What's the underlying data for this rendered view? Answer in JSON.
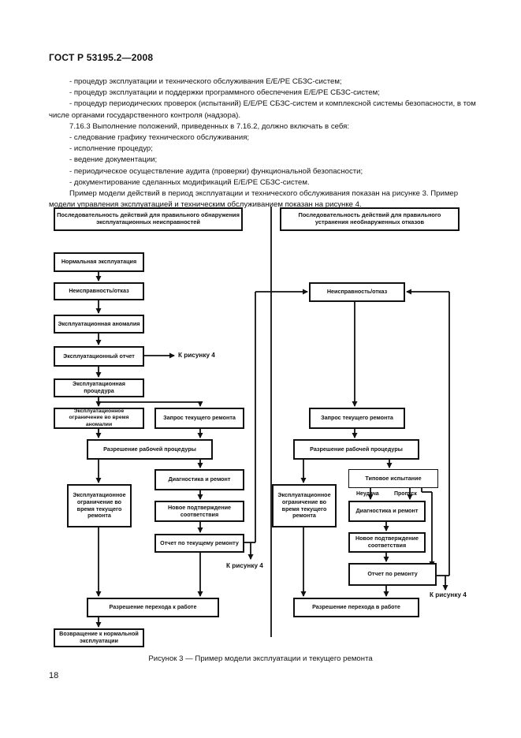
{
  "header": {
    "standard": "ГОСТ Р 53195.2—2008"
  },
  "paragraphs": [
    "- процедур эксплуатации и технического обслуживания Е/Е/РЕ СБЗС-систем;",
    "- процедур эксплуатации и поддержки программного обеспечения Е/Е/РЕ СБЗС-систем;",
    "- процедур периодических проверок (испытаний) Е/Е/РЕ СБЗС-систем и комплексной системы безопасности, в том числе органами государственного контроля (надзора).",
    "7.16.3 Выполнение положений, приведенных в 7.16.2, должно включать в себя:",
    "- следование графику технического обслуживания;",
    "- исполнение процедур;",
    "- ведение документации;",
    "- периодическое осуществление аудита (проверки) функциональной безопасности;",
    "- документирование сделанных модификаций Е/Е/РЕ СБЗС-систем.",
    "Пример модели действий в период эксплуатации и технического обслуживания показан на рисунке 3. Пример модели управления эксплуатацией и техническим обслуживанием показан на рисунке 4."
  ],
  "diagram": {
    "left": {
      "heading": "Последовательность действий для правильного обнаружения эксплуатационных неисправностей",
      "normal_operation": "Нормальная эксплуатация",
      "fault": "Неисправность/отказ",
      "anomaly": "Эксплуатационная аномалия",
      "report": "Эксплуатационный отчет",
      "to_fig4_a": "К рисунку 4",
      "procedure": "Эксплуатационная процедура",
      "restriction_anomaly": "Эксплуатационное ограничение во время аномалии",
      "repair_request": "Запрос текущего ремонта",
      "work_permit": "Разрешение рабочей процедуры",
      "restriction_repair": "Эксплуатационное ограничение во время текущего ремонта",
      "diagnostics": "Диагностика и ремонт",
      "reconfirm": "Новое подтверждение соответствия",
      "repair_report": "Отчет по текущему ремонту",
      "to_fig4_b": "К рисунку 4",
      "transition_permit": "Разрешение перехода к работе",
      "return_normal": "Возвращение к нормальной эксплуатации"
    },
    "right": {
      "heading": "Последовательность действий для правильного устранения необнаруженных отказов",
      "fault": "Неисправность/отказ",
      "repair_request": "Запрос текущего ремонта",
      "work_permit": "Разрешение рабочей процедуры",
      "type_test": "Типовое испытание",
      "not_found": "Неудача",
      "pass": "Пропуск",
      "restriction_repair": "Эксплуатационное ограничение во время текущего ремонта",
      "diagnostics": "Диагностика и ремонт",
      "reconfirm": "Новое подтверждение соответствия",
      "repair_report": "Отчет по ремонту",
      "to_fig4": "К рисунку 4",
      "transition_permit": "Разрешение перехода в работе"
    }
  },
  "caption": "Рисунок 3 — Пример модели эксплуатации и текущего ремонта",
  "page_number": "18"
}
